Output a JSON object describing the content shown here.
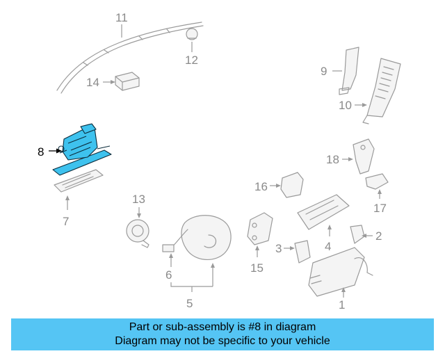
{
  "callouts": {
    "c1": "1",
    "c2": "2",
    "c3": "3",
    "c4": "4",
    "c5": "5",
    "c6": "6",
    "c7": "7",
    "c8": "8",
    "c9": "9",
    "c10": "10",
    "c11": "11",
    "c12": "12",
    "c13": "13",
    "c14": "14",
    "c15": "15",
    "c16": "16",
    "c17": "17",
    "c18": "18"
  },
  "highlighted_part": "8",
  "colors": {
    "highlight": "#3ec2ee",
    "banner": "#55c5f4",
    "parts": "#9a9a9a"
  },
  "banner": {
    "line1": "Part or sub-assembly is #8 in diagram",
    "line2": "Diagram may not be specific to your vehicle"
  }
}
